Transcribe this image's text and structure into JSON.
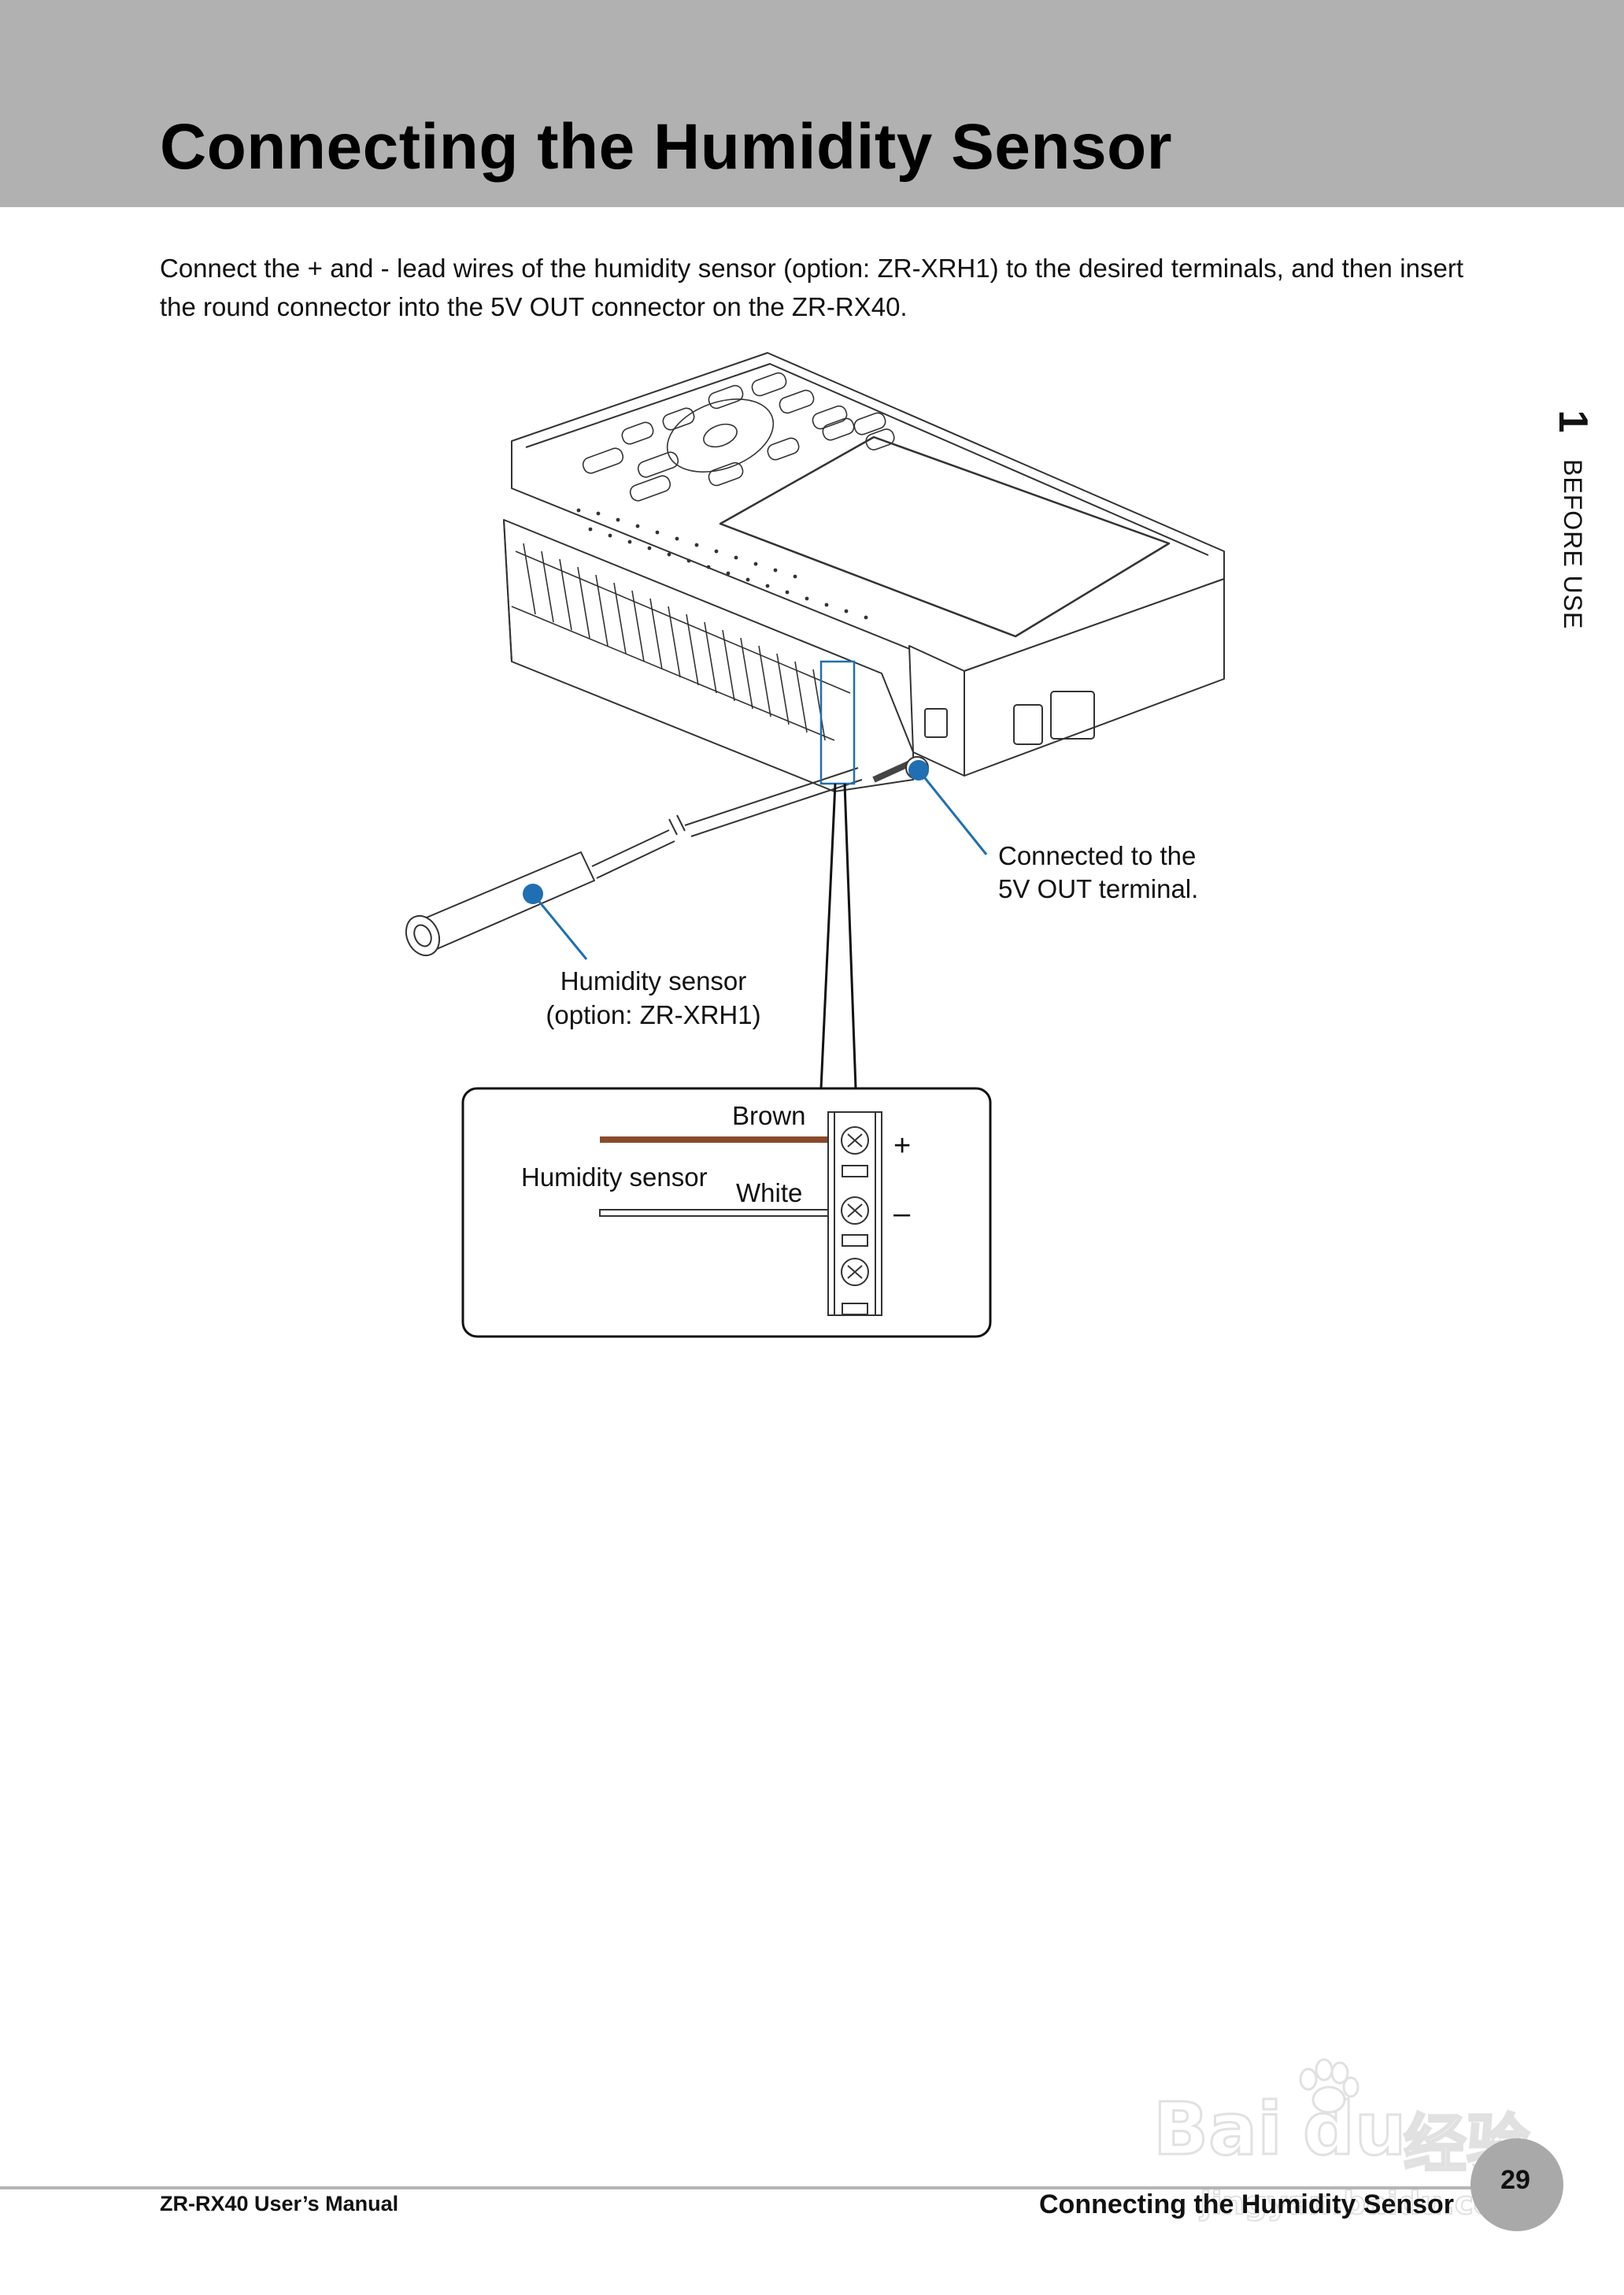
{
  "header": {
    "title": "Connecting the Humidity Sensor"
  },
  "intro": {
    "text": "Connect the + and - lead wires of the humidity sensor (option: ZR-XRH1) to the desired terminals, and then insert the round connector into the 5V OUT connector on the ZR-RX40."
  },
  "chapter_tab": {
    "number": "1",
    "label": "BEFORE USE"
  },
  "figure": {
    "callout_5v_line1": "Connected to the",
    "callout_5v_line2": "5V OUT terminal.",
    "callout_sensor_line1": "Humidity sensor",
    "callout_sensor_line2": "(option: ZR-XRH1)",
    "inset": {
      "wire_brown_label": "Brown",
      "wire_white_label": "White",
      "sensor_label": "Humidity sensor",
      "plus_label": "+",
      "minus_label": "–",
      "colors": {
        "brown": "#8a4a2c",
        "white": "#ffffff"
      }
    },
    "accent_color": "#1f6fb2"
  },
  "footer": {
    "manual_name": "ZR-RX40 User’s Manual",
    "section_name": "Connecting the Humidity Sensor",
    "page_number": "29"
  },
  "watermark": {
    "brand": "Bai",
    "brand2": "du",
    "cn_text": "经验",
    "sub_text": "jingyan.baidu.com"
  }
}
